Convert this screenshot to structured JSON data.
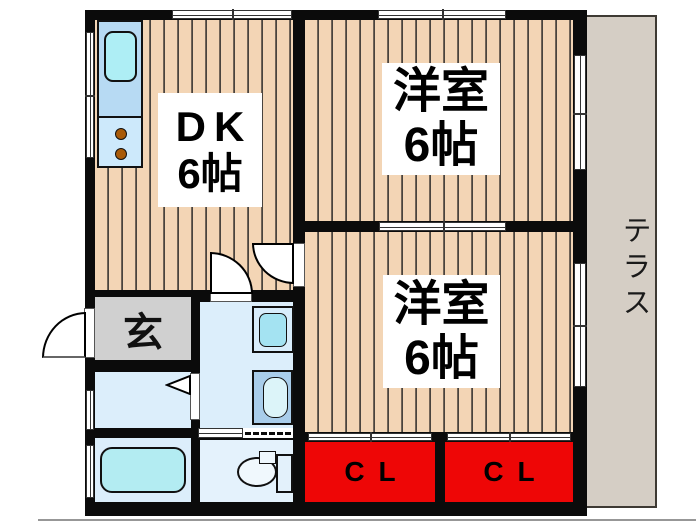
{
  "floorplan": {
    "rooms": {
      "dk": {
        "label": "DK",
        "size": "6帖"
      },
      "western_top": {
        "label": "洋室",
        "size": "6帖"
      },
      "western_bottom": {
        "label": "洋室",
        "size": "6帖"
      },
      "entrance": {
        "label": "玄"
      },
      "closet_left": {
        "label": "CL"
      },
      "closet_right": {
        "label": "CL"
      },
      "terrace": {
        "label": "テラス"
      }
    },
    "fixtures": [
      "kitchen-sink",
      "stove-burners",
      "washing-machine",
      "vanity-basin",
      "bathtub",
      "toilet"
    ],
    "colors": {
      "wall": "#0b0b0b",
      "wood_floor": "#f3d5b5",
      "plank_line": "#4a443e",
      "room_blue": "#dceefb",
      "genkan_gray": "#d0d0d0",
      "closet_red": "#ee0606",
      "terrace_beige": "#d5cec5",
      "kitchen_blue": "#b7daf3",
      "fixture_cyan": "#aeeef5"
    }
  }
}
